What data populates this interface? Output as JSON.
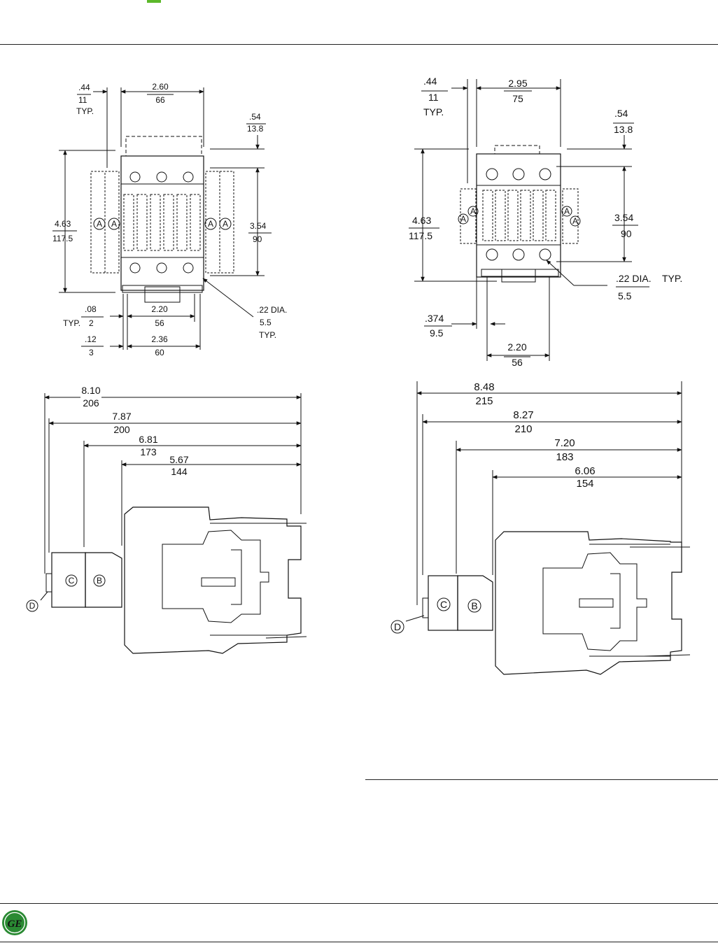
{
  "brand": {
    "logo_icon": "ge-monogram-icon",
    "logo_text": "GE",
    "accent_color": "#5cb82a",
    "logo_color": "#2a8a33"
  },
  "left_diagram": {
    "front": {
      "width_top": {
        "in": "2.60",
        "mm": "66"
      },
      "side_offset": {
        "in": ".44",
        "mm": "11",
        "note": "TYP."
      },
      "top_offset": {
        "in": ".54",
        "mm": "13.8"
      },
      "height": {
        "in": "4.63",
        "mm": "117.5"
      },
      "hole_spacing": {
        "in": "3.54",
        "mm": "90"
      },
      "small_offset": {
        "in": ".08",
        "mm": "2",
        "note": "TYP."
      },
      "mount_width": {
        "in": "2.20",
        "mm": "56"
      },
      "base_offset": {
        "in": ".12",
        "mm": "3"
      },
      "base_width": {
        "in": "2.36",
        "mm": "60"
      },
      "hole_dia": {
        "in": ".22 DIA.",
        "mm": "5.5",
        "note": "TYP."
      },
      "marker_a": "A"
    },
    "side": {
      "dims": [
        {
          "in": "8.10",
          "mm": "206"
        },
        {
          "in": "7.87",
          "mm": "200"
        },
        {
          "in": "6.81",
          "mm": "173"
        },
        {
          "in": "5.67",
          "mm": "144"
        }
      ],
      "markers": {
        "b": "B",
        "c": "C",
        "d": "D"
      }
    }
  },
  "right_diagram": {
    "front": {
      "width_top": {
        "in": "2.95",
        "mm": "75"
      },
      "side_offset": {
        "in": ".44",
        "mm": "11",
        "note": "TYP."
      },
      "top_offset": {
        "in": ".54",
        "mm": "13.8"
      },
      "height": {
        "in": "4.63",
        "mm": "117.5"
      },
      "hole_spacing": {
        "in": "3.54",
        "mm": "90"
      },
      "hole_dia": {
        "in": ".22 DIA.",
        "mm": "5.5",
        "note": "TYP."
      },
      "left_offset": {
        "in": ".374",
        "mm": "9.5"
      },
      "mount_width": {
        "in": "2.20",
        "mm": "56"
      },
      "marker_a": "A"
    },
    "side": {
      "dims": [
        {
          "in": "8.48",
          "mm": "215"
        },
        {
          "in": "8.27",
          "mm": "210"
        },
        {
          "in": "7.20",
          "mm": "183"
        },
        {
          "in": "6.06",
          "mm": "154"
        }
      ],
      "markers": {
        "b": "B",
        "c": "C",
        "d": "D"
      }
    }
  }
}
